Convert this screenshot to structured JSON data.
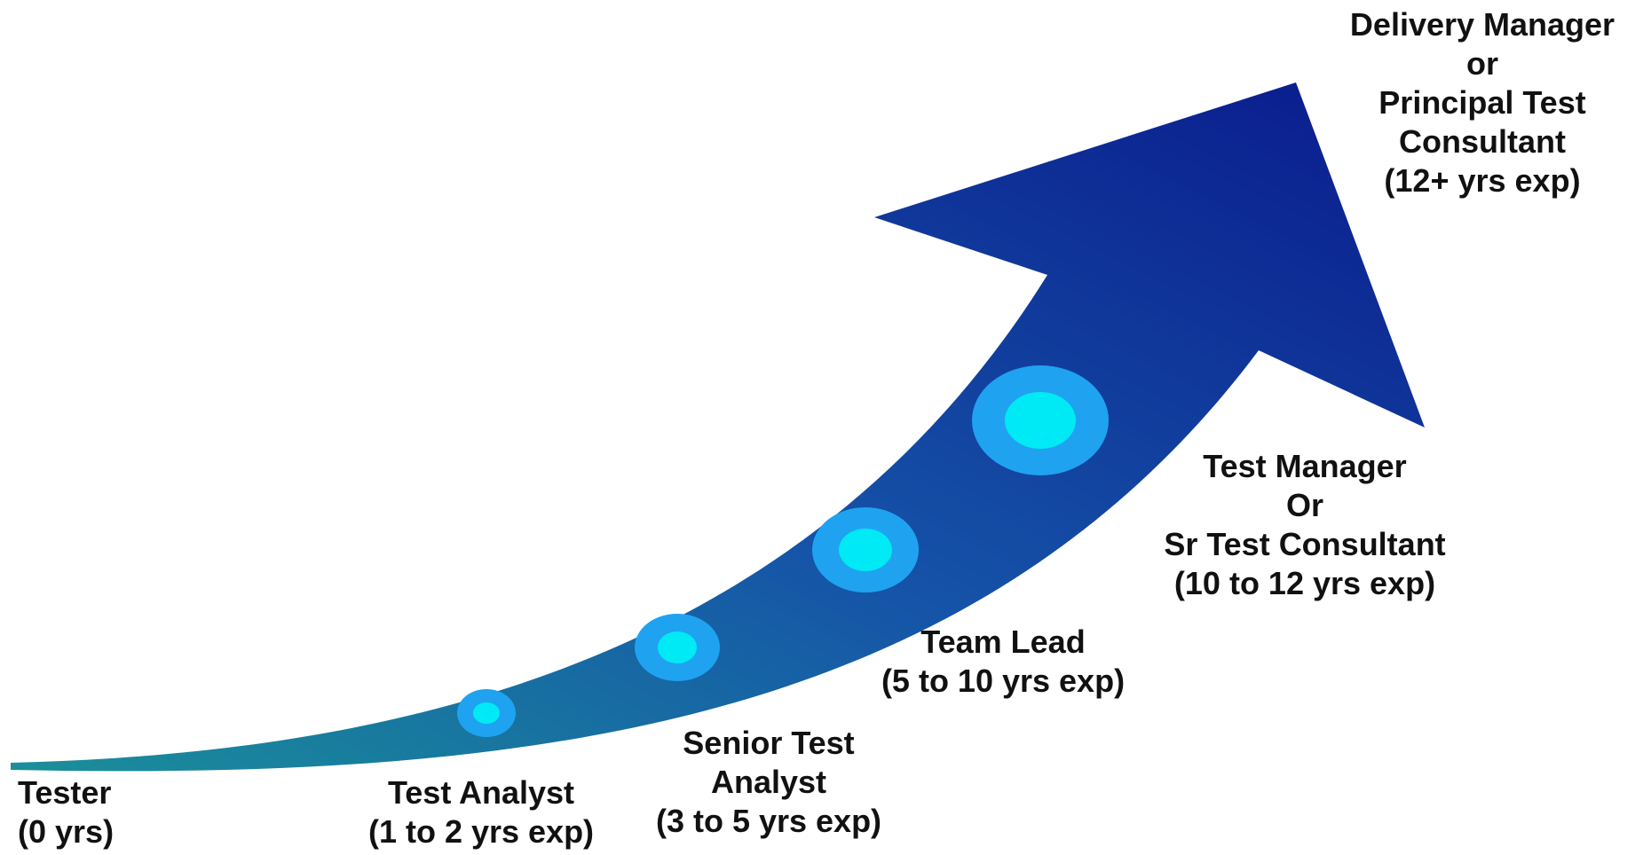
{
  "stages": [
    {
      "id": "tester",
      "lines": [
        "Tester",
        "(0 yrs)"
      ]
    },
    {
      "id": "test-analyst",
      "lines": [
        "Test Analyst",
        "(1 to 2 yrs exp)"
      ]
    },
    {
      "id": "senior-test-analyst",
      "lines": [
        "Senior Test",
        "Analyst",
        "(3 to 5 yrs exp)"
      ]
    },
    {
      "id": "team-lead",
      "lines": [
        "Team Lead",
        "(5 to 10 yrs exp)"
      ]
    },
    {
      "id": "test-manager",
      "lines": [
        "Test Manager",
        "Or",
        "Sr Test Consultant",
        "(10 to 12 yrs exp)"
      ]
    },
    {
      "id": "delivery-manager",
      "lines": [
        "Delivery Manager",
        "or",
        "Principal Test",
        "Consultant",
        "(12+ yrs exp)"
      ]
    }
  ],
  "colors": {
    "arrow_start": "#1a8f9a",
    "arrow_mid": "#1553a8",
    "arrow_end": "#0a1a8c",
    "dot_outer": "#1fa3f0",
    "dot_inner": "#00eaf5",
    "text": "#111111"
  }
}
